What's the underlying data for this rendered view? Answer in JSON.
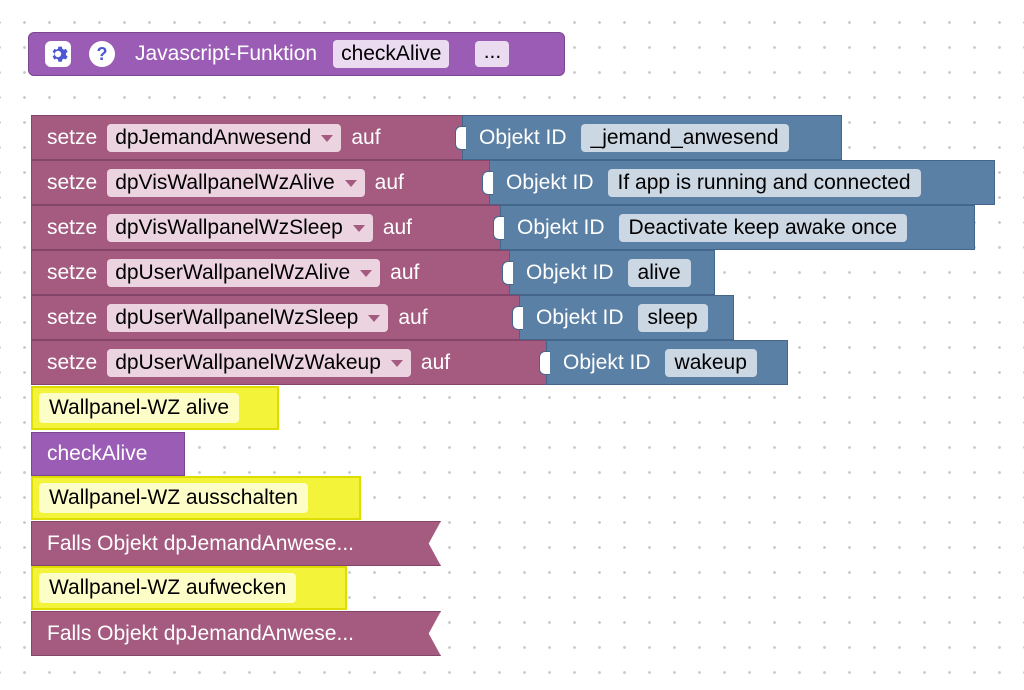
{
  "function_block": {
    "title": "Javascript-Funktion",
    "name": "checkAlive",
    "more": "...",
    "settings_icon": "gear-icon",
    "help_icon": "question-icon",
    "help_glyph": "?"
  },
  "set_keyword": "setze",
  "to_keyword": "auf",
  "object_id_label": "Objekt ID",
  "assignments": [
    {
      "variable": "dpJemandAnwesend",
      "object_id": "_jemand_anwesend"
    },
    {
      "variable": "dpVisWallpanelWzAlive",
      "object_id": "If app is running and connected"
    },
    {
      "variable": "dpVisWallpanelWzSleep",
      "object_id": "Deactivate keep awake once"
    },
    {
      "variable": "dpUserWallpanelWzAlive",
      "object_id": "alive"
    },
    {
      "variable": "dpUserWallpanelWzSleep",
      "object_id": "sleep"
    },
    {
      "variable": "dpUserWallpanelWzWakeup",
      "object_id": "wakeup"
    }
  ],
  "comment_alive": "Wallpanel-WZ alive",
  "call_check_alive": "checkAlive",
  "comment_off": "Wallpanel-WZ ausschalten",
  "falls_1": "Falls Objekt dpJemandAnwese...",
  "comment_wake": "Wallpanel-WZ aufwecken",
  "falls_2": "Falls Objekt dpJemandAnwese...",
  "colors": {
    "procedure": "#9a5cb4",
    "variables": "#a55b80",
    "object": "#5b80a5",
    "comment": "#f3f33a"
  }
}
